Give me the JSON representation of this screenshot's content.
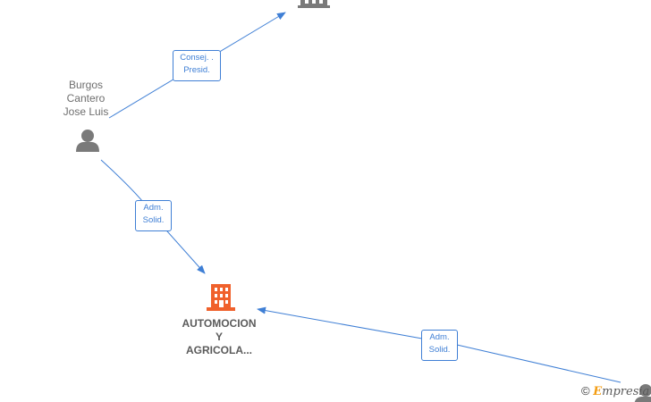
{
  "nodes": {
    "top_company": {
      "icon": "building-icon",
      "color": "#7a7a7a"
    },
    "person_main": {
      "icon": "person-icon",
      "color": "#7a7a7a",
      "name_lines": [
        "Burgos",
        "Cantero",
        "Jose Luis"
      ]
    },
    "main_company": {
      "icon": "building-icon",
      "color": "#f0612c",
      "name_lines": [
        "AUTOMOCION",
        "Y",
        "AGRICOLA..."
      ]
    },
    "person_corner": {
      "icon": "person-icon",
      "color": "#7a7a7a"
    }
  },
  "edges": [
    {
      "from": "person_main",
      "to": "top_company",
      "label_lines": [
        "Consej. .",
        "Presid."
      ]
    },
    {
      "from": "person_main",
      "to": "main_company",
      "label_lines": [
        "Adm.",
        "Solid."
      ]
    },
    {
      "from": "person_corner",
      "to": "main_company",
      "label_lines": [
        "Adm.",
        "Solid."
      ]
    }
  ],
  "colors": {
    "edge": "#3f7fd5"
  },
  "watermark": {
    "symbol": "©",
    "brand_initial": "E",
    "brand_rest": "mpresia"
  }
}
